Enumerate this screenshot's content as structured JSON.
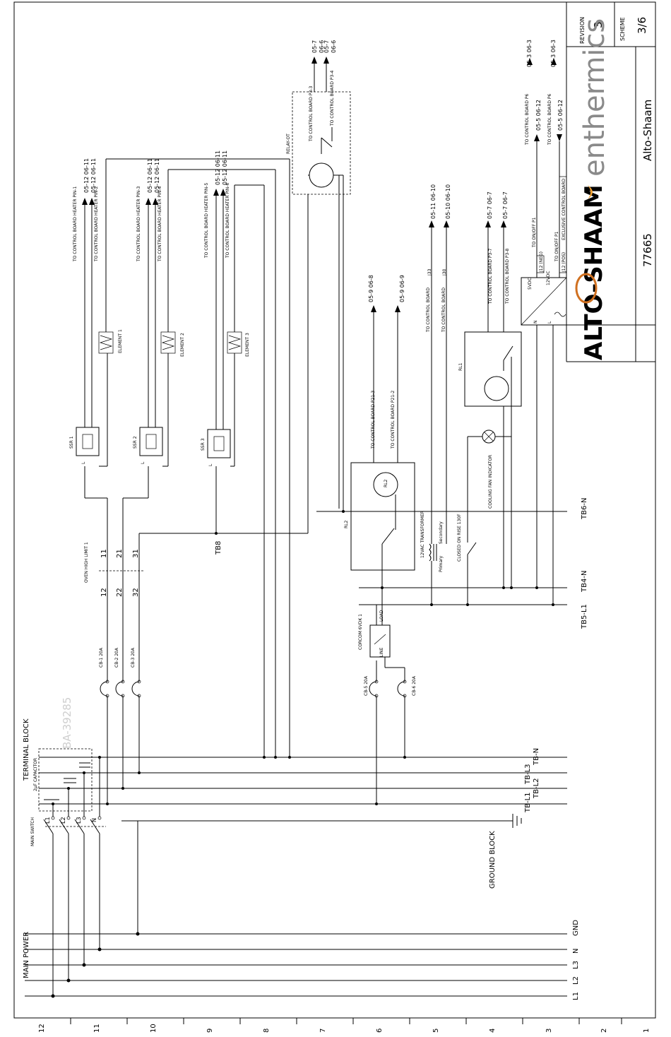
{
  "title_block": {
    "revision_label": "REVISION",
    "revision_value": "3",
    "scheme_label": "SCHEME",
    "scheme_value": "3/6",
    "brand_alto": "ALTO-SHAAM",
    "brand_enthermics": "enthermics",
    "drawing_number": "77665",
    "company": "Alto-Shaam",
    "watermark": "BA-39285"
  },
  "labels": {
    "main_power": "MAIN POWER",
    "terminal_block": "TERMINAL BLOCK",
    "main_switch": "MAIN SWITCH",
    "capacitor": "2µF CAPACITOR",
    "ground_block": "GROUND BLOCK",
    "oven_high_limit": "OVEN HIGH LIMIT 1",
    "tb8": "TB8",
    "relay_ot": "RELAY-OT",
    "rl1": "RL1",
    "rl2": "RL2",
    "transformer": "12VAC TRANSFORMER",
    "primary": "Primary",
    "secondary": "Secondary",
    "thermostat": "CLOSED ON RISE 130F",
    "fan_indicator": "COOLING FAN INDICATOR",
    "corcom": "CORCOM 6VDK 1",
    "corcom_line": "LINE",
    "corcom_load": "LOAD",
    "psu_5vdc": "5VDC",
    "psu_12vdc": "12VDC",
    "psu_n": "N",
    "psu_l": "L",
    "to_control_board": "TO CONTROL BOARD"
  },
  "main_power_lines": [
    "GND",
    "N",
    "L3",
    "L2",
    "L1"
  ],
  "switch_poles": [
    "L1",
    "L2",
    "L3",
    "N"
  ],
  "terminal_buses": [
    "TB-N",
    "TB-L3",
    "TB-L2",
    "TB-L1"
  ],
  "right_buses": [
    "TB6-N",
    "TB4-N",
    "TB5-L1"
  ],
  "breakers": [
    "CB-1 20A",
    "CB-2 20A",
    "CB-3 20A",
    "CB-5 20A",
    "CB-6 20A"
  ],
  "limit_contacts": [
    "11",
    "21",
    "31",
    "12",
    "22",
    "32"
  ],
  "ssr": [
    "SSR 1",
    "SSR 2",
    "SSR 3"
  ],
  "ssr_terminal": "L",
  "elements": [
    "ELEMENT 1",
    "ELEMENT 2",
    "ELEMENT 3"
  ],
  "heater_pins": [
    "TO CONTROL BOARD HEATER PIN-1",
    "TO CONTROL BOARD HEATER PIN-2",
    "TO CONTROL BOARD HEATER PIN-3",
    "TO CONTROL BOARD HEATER PIN-4",
    "TO CONTROL BOARD HEATER PIN-5",
    "TO CONTROL BOARD HEATER PIN-6"
  ],
  "heater_refs": [
    "05-12  06-11",
    "05-12  06-11",
    "05-12  06-11",
    "05-12  06-11",
    "05-12  06-11",
    "05-12  06-11"
  ],
  "relay_ot_pins": [
    "TO CONTROL BOARD P3-3",
    "TO CONTROL BOARD P3-4"
  ],
  "relay_ot_refs": [
    "05-7",
    "06-6",
    "05-7",
    "06-6"
  ],
  "rl2_pins": [
    "TO CONTROL BOARD P21-3",
    "TO CONTROL BOARD P21-2"
  ],
  "rl2_refs": [
    "05-9  06-8",
    "05-9  06-9"
  ],
  "transformer_pins": [
    "TO CONTROL BOARD",
    "TO CONTROL BOARD"
  ],
  "transformer_wire_ids": [
    "J33",
    "J30"
  ],
  "transformer_refs": [
    "05-11  06-10",
    "05-10  06-10"
  ],
  "rl1_pins": [
    "TO CONTROL BOARD P3-7",
    "TO CONTROL BOARD P3-8"
  ],
  "rl1_refs": [
    "05-7  06-7",
    "05-7  06-7"
  ],
  "psu_pins": [
    "TO CONTROL BOARD P6",
    "TO CONTROL BOARD P6"
  ],
  "psu_refs": [
    "05-3  06-3",
    "05-5  06-12",
    "05-3  06-3",
    "05-5  06-12"
  ],
  "psu_onoff": [
    "TO ON/OFF P1",
    "TO ON/OFF P1"
  ],
  "psu_boxes": [
    "J12 (NEG)",
    "J12 (POS)",
    "EXCLUSIVE CONTROL BOARD"
  ],
  "border_numbers": [
    "12",
    "11",
    "10",
    "9",
    "8",
    "7",
    "6",
    "5",
    "4",
    "3",
    "2",
    "1"
  ],
  "colors": {
    "line": "#000000",
    "brand_orange": "#f0a030",
    "brand_grey": "#8a8a8a",
    "watermark": "#cfcfcf"
  }
}
